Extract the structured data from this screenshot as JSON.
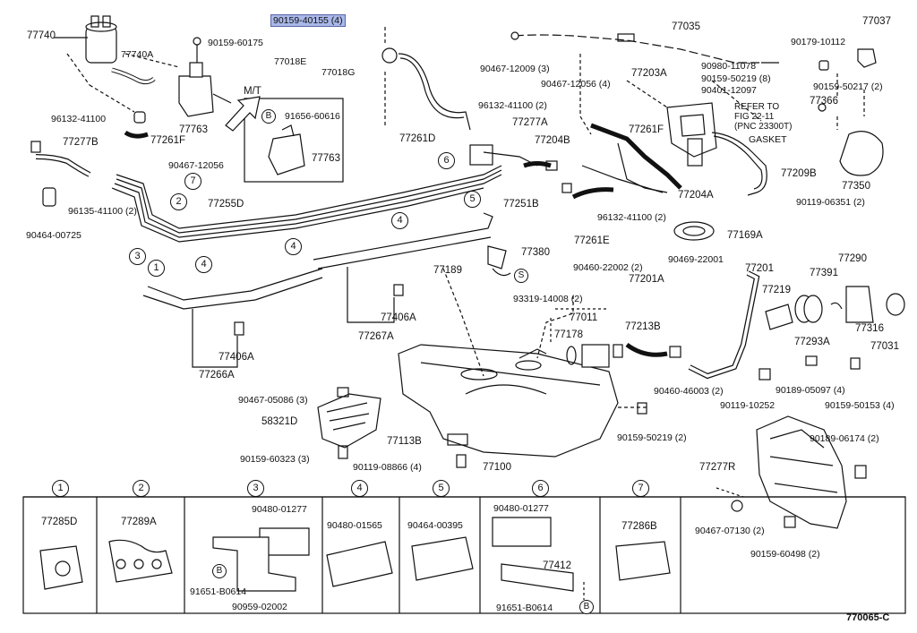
{
  "highlighted_part": "90159-40155 (4)",
  "labels": {
    "p77740": "77740",
    "p77740A": "77740A",
    "p90159_60175": "90159-60175",
    "p77018E": "77018E",
    "p77018G": "77018G",
    "p77035": "77035",
    "p90179": "90179-10112",
    "p77037": "77037",
    "p90467_12009": "90467-12009 (3)",
    "p90980": "90980-11078",
    "p77203A": "77203A",
    "p90159_50219_8": "90159-50219 (8)",
    "p90401": "90401-12097",
    "p90159_50217": "90159-50217 (2)",
    "p96132_top": "96132-41100",
    "p77763": "77763",
    "mt": "M/T",
    "p91656": "91656-60616",
    "p77763b": "77763",
    "p96132_2": "96132-41100 (2)",
    "p90467_12056_4": "90467-12056 (4)",
    "p77277A": "77277A",
    "p77204B": "77204B",
    "p77261F": "77261F",
    "p77261Fb": "77261F",
    "p77366": "77366",
    "p77277B": "77277B",
    "p90467_12056": "90467-12056",
    "p77261D": "77261D",
    "p77209B": "77209B",
    "p77350": "77350",
    "p96135": "96135-41100 (2)",
    "p77255D": "77255D",
    "p77251B": "77251B",
    "p77204A": "77204A",
    "p90119_06351": "90119-06351 (2)",
    "p96132_3": "96132-41100 (2)",
    "p77261E": "77261E",
    "p77169A": "77169A",
    "p90464_00725": "90464-00725",
    "p77380": "77380",
    "p77189": "77189",
    "p90460_22002": "90460-22002 (2)",
    "p90469": "90469-22001",
    "p77201": "77201",
    "p77290": "77290",
    "p77201A": "77201A",
    "p77219": "77219",
    "p77391": "77391",
    "p93319": "93319-14008 (2)",
    "p77011": "77011",
    "p77406A": "77406A",
    "p77267A": "77267A",
    "p77178": "77178",
    "p77213B": "77213B",
    "p77316": "77316",
    "p77293A": "77293A",
    "p77031": "77031",
    "p77406Ab": "77406A",
    "p77266A": "77266A",
    "p90467_05086": "90467-05086 (3)",
    "p90460_46003": "90460-46003 (2)",
    "p90189_05097": "90189-05097 (4)",
    "p90119_10252": "90119-10252",
    "p90159_50153": "90159-50153 (4)",
    "p58321D": "58321D",
    "p90159_50219_2": "90159-50219 (2)",
    "p77113B": "77113B",
    "p90189_06174": "90189-06174 (2)",
    "p90159_60323": "90159-60323 (3)",
    "p90119_08866": "90119-08866 (4)",
    "p77100": "77100",
    "p77277R": "77277R",
    "p90467_07130": "90467-07130 (2)",
    "p90159_60498": "90159-60498 (2)",
    "ref_line1": "REFER TO",
    "ref_line2": "FIG 22-11",
    "ref_line3": "(PNC 23300T)",
    "gasket": "GASKET",
    "b_letter": "B",
    "s_letter": "S"
  },
  "callouts": [
    "1",
    "2",
    "3",
    "4",
    "5",
    "6",
    "7"
  ],
  "panels": [
    {
      "num": "1",
      "parts": [
        "77285D"
      ]
    },
    {
      "num": "2",
      "parts": [
        "77289A"
      ]
    },
    {
      "num": "3",
      "parts": [
        "90480-01277",
        "91651-B0614",
        "90959-02002"
      ]
    },
    {
      "num": "4",
      "parts": [
        "90480-01565"
      ]
    },
    {
      "num": "5",
      "parts": [
        "90464-00395"
      ]
    },
    {
      "num": "6",
      "parts": [
        "90480-01277",
        "77412",
        "91651-B0614"
      ]
    },
    {
      "num": "7",
      "parts": [
        "77286B"
      ]
    }
  ],
  "figure_code": "770065-C"
}
